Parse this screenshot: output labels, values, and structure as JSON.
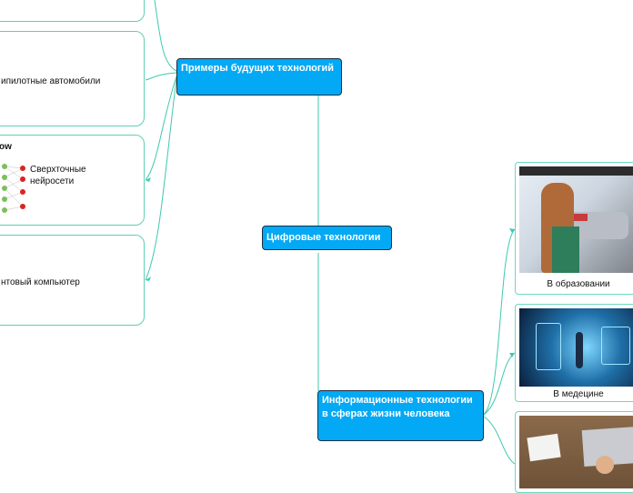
{
  "central": {
    "label": "Цифровые технологии"
  },
  "branches": {
    "future": {
      "label": "Примеры будущих технологий"
    },
    "spheres": {
      "label": "Информационные технологии в сферах жизни человека"
    }
  },
  "future_items": [
    {
      "label": "ипилотные автомобили"
    },
    {
      "label": "Сверхточные нейросети",
      "image_heading": "ow"
    },
    {
      "label": "нтовый компьютер"
    }
  ],
  "sphere_items": [
    {
      "label": "В образовании"
    },
    {
      "label": "В медецине"
    },
    {
      "label": ""
    }
  ],
  "colors": {
    "node_fill": "#03a9f4",
    "connector": "#3ec8b0",
    "card_border": "#5fcfb4"
  }
}
